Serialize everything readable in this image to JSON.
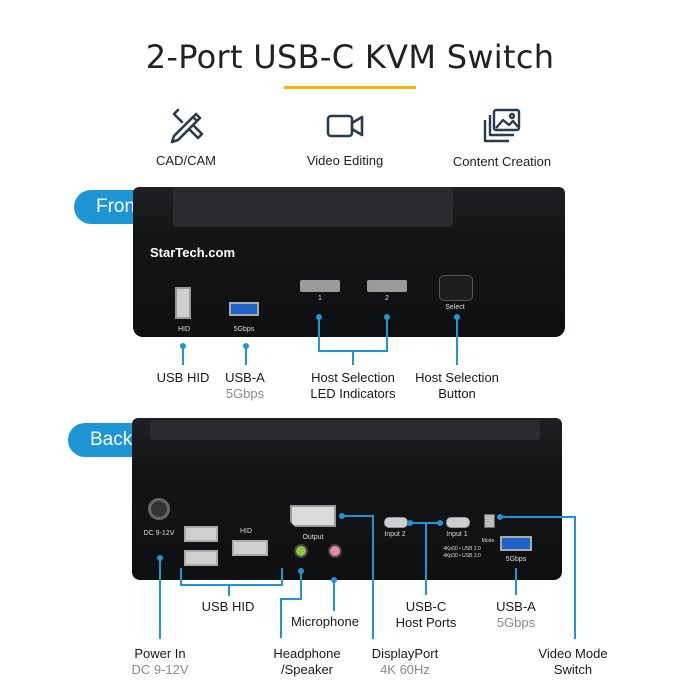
{
  "title": "2-Port USB-C KVM Switch",
  "colors": {
    "accent": "#1e95d4",
    "title_bar": "#f2b705",
    "device_body": "#121315"
  },
  "features": [
    {
      "icon": "pencil-ruler-icon",
      "label": "CAD/CAM"
    },
    {
      "icon": "video-camera-icon",
      "label": "Video Editing"
    },
    {
      "icon": "image-gallery-icon",
      "label": "Content Creation"
    }
  ],
  "front": {
    "pill": "Front",
    "brand": "StarTech.com",
    "port_hid": "HID",
    "port_usba": "5Gbps",
    "led1": "1",
    "led2": "2",
    "select": "Select",
    "callouts": {
      "usb_hid": "USB HID",
      "usb_a": "USB-A",
      "usb_a_sub": "5Gbps",
      "leds_line1": "Host Selection",
      "leds_line2": "LED Indicators",
      "button_line1": "Host Selection",
      "button_line2": "Button"
    }
  },
  "back": {
    "pill": "Back",
    "dc": "DC 9-12V",
    "hid": "HID",
    "output": "Output",
    "input2": "Input 2",
    "input1": "Input 1",
    "mode": "Mode",
    "mode_opt1": "4Kp60 • USB 2.0",
    "mode_opt2": "4Kp30 • USB 3.0",
    "usba": "5Gbps",
    "callouts": {
      "usb_hid": "USB HID",
      "microphone": "Microphone",
      "power": "Power In",
      "power_sub": "DC 9-12V",
      "headphone_line1": "Headphone",
      "headphone_line2": "/Speaker",
      "dp": "DisplayPort",
      "dp_sub": "4K 60Hz",
      "usbc_line1": "USB-C",
      "usbc_line2": "Host Ports",
      "usba": "USB-A",
      "usba_sub": "5Gbps",
      "mode_line1": "Video Mode",
      "mode_line2": "Switch"
    }
  }
}
